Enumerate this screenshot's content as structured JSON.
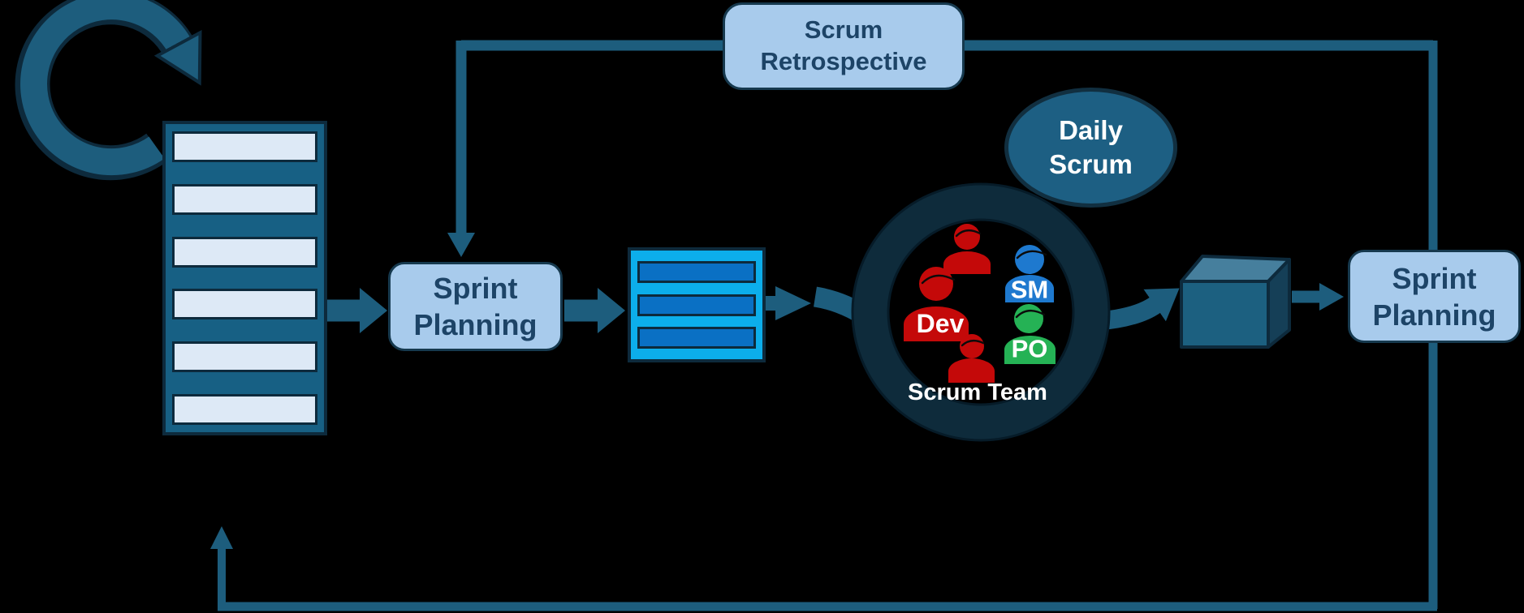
{
  "background": "#000000",
  "colors": {
    "background": "#000000",
    "line": "#1d5d7d",
    "outline": "#0d2a3c",
    "boxFill": "#a8cbec",
    "boxBorder": "#16394e",
    "boxText": "#1d4467",
    "barLight": "#dde9f6",
    "stackFrame": "#176084",
    "cyan": "#0caeeb",
    "midBlue": "#0a70c4",
    "ring": "#0e2b3b",
    "ringEdge": "#061b28",
    "ellipseFill": "#1d5f83",
    "ellipseBorder": "#112f40",
    "red": "#c40909",
    "blue": "#1e79cf",
    "green": "#25b255",
    "textLight": "#ffffff"
  },
  "nodes": {
    "scrum_retrospective": {
      "label": "Scrum Retrospective"
    },
    "sprint_planning_left": {
      "label": "Sprint Planning"
    },
    "sprint_planning_right": {
      "label": "Sprint Planning"
    },
    "daily_scrum": {
      "label": "Daily Scrum"
    },
    "scrum_team": {
      "label": "Scrum Team",
      "roles": [
        {
          "id": "dev",
          "label": "Dev",
          "color": "#c40909"
        },
        {
          "id": "sm",
          "label": "SM",
          "color": "#1e79cf"
        },
        {
          "id": "po",
          "label": "PO",
          "color": "#25b255"
        }
      ]
    },
    "product_backlog": {
      "item_count": 6
    },
    "sprint_backlog": {
      "item_count": 3
    }
  }
}
